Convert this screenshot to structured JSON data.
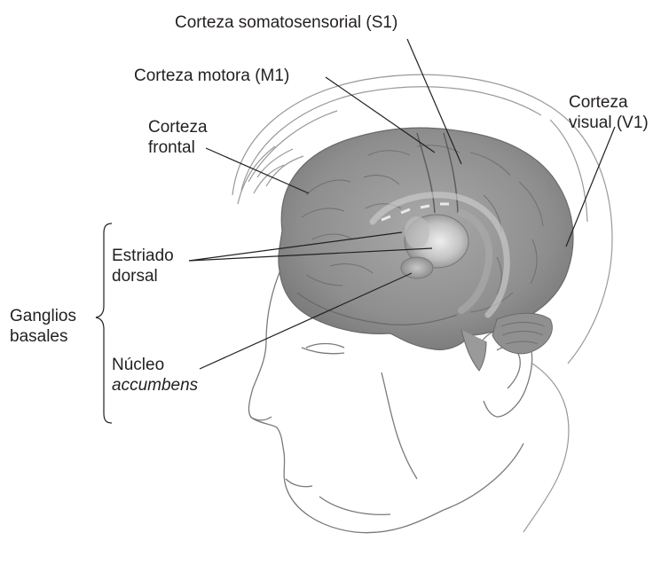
{
  "figure": {
    "labels": {
      "somatosensory": "Corteza somatosensorial (S1)",
      "motor": "Corteza motora (M1)",
      "frontal_line1": "Corteza",
      "frontal_line2": "frontal",
      "visual_line1": "Corteza",
      "visual_line2": "visual (V1)",
      "striatum_line1": "Estriado",
      "striatum_line2": "dorsal",
      "basal_line1": "Ganglios",
      "basal_line2": "basales",
      "accumbens_line1": "Núcleo",
      "accumbens_line2": "accumbens"
    },
    "colors": {
      "ink": "#231f20",
      "brain": "#8c8c8c",
      "brain_light": "#b9b9b9",
      "striatum": "#d6d6d6",
      "skin_line": "#7a7a7a"
    }
  }
}
